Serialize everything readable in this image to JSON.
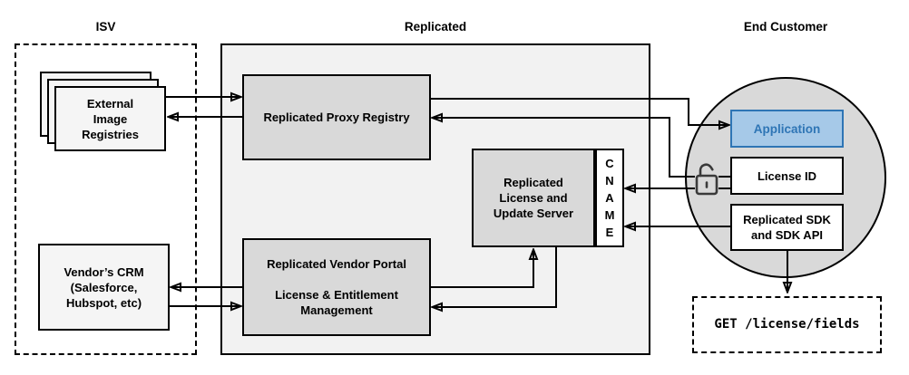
{
  "sections": {
    "isv": {
      "title": "ISV"
    },
    "replicated": {
      "title": "Replicated"
    },
    "end_customer": {
      "title": "End Customer"
    }
  },
  "nodes": {
    "external_image_registries": {
      "label": "External\nImage\nRegistries"
    },
    "vendors_crm": {
      "label": "Vendor’s CRM\n(Salesforce,\nHubspot, etc)"
    },
    "proxy_registry": {
      "label": "Replicated Proxy Registry"
    },
    "vendor_portal": {
      "label": "Replicated Vendor Portal\n\nLicense & Entitlement\nManagement"
    },
    "license_update_server": {
      "label": "Replicated\nLicense and\nUpdate Server"
    },
    "cname": {
      "letters": [
        "C",
        "N",
        "A",
        "M",
        "E"
      ]
    },
    "application": {
      "label": "Application"
    },
    "license_id": {
      "label": "License ID"
    },
    "replicated_sdk": {
      "label": "Replicated SDK\nand SDK API"
    },
    "get_endpoint": {
      "label": "GET /license/fields"
    }
  },
  "icons": {
    "open_padlock": "open-padlock"
  },
  "colors": {
    "section_fill": "#f2f2f2",
    "node_fill": "#d9d9d9",
    "stack_fill": "#f5f5f5",
    "app_fill": "#a6c9e8",
    "app_border": "#2e75b5",
    "app_text": "#2e75b5",
    "line_color": "#000000",
    "padlock_color": "#3a3a3a"
  }
}
